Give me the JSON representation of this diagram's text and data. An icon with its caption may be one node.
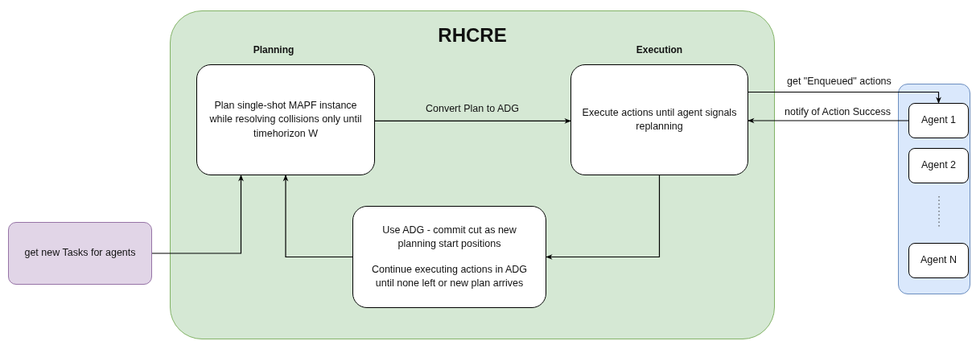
{
  "diagram": {
    "nodes": [
      {
        "text": [
          "RHCRE"
        ]
      },
      {
        "text": [
          "Planning",
          "Plan single-shot MAPF instance while resolving collisions only until timehorizon W"
        ],
        "in": 0
      },
      {
        "text": [
          "Execution",
          "Execute actions until agent signals replanning"
        ],
        "in": 0
      },
      {
        "text": [
          "Use ADG - commit cut as new planning start positions",
          "Continue executing actions in ADG until none left or new plan arrives"
        ],
        "in": 0
      },
      {
        "text": [
          "get new Tasks for agents"
        ]
      },
      {
        "text": [],
        "shape": "box"
      },
      {
        "text": [
          "Agent 1"
        ],
        "in": 5
      },
      {
        "text": [
          "Agent 2"
        ],
        "in": 5
      },
      {
        "text": [
          "Agent N"
        ],
        "in": 5
      }
    ],
    "edges": [
      {
        "from": 1,
        "to": 2,
        "arrow": "to",
        "label": "Convert Plan to ADG"
      },
      {
        "from": 2,
        "to": 6,
        "arrow": "to",
        "label": "get \"Enqueued\" actions"
      },
      {
        "from": 6,
        "to": 2,
        "arrow": "to",
        "label": "notify of Action Success"
      },
      {
        "from": 2,
        "to": 3,
        "arrow": "to"
      },
      {
        "from": 3,
        "to": 1,
        "arrow": "to"
      },
      {
        "from": 4,
        "to": 1,
        "arrow": "to"
      }
    ]
  }
}
